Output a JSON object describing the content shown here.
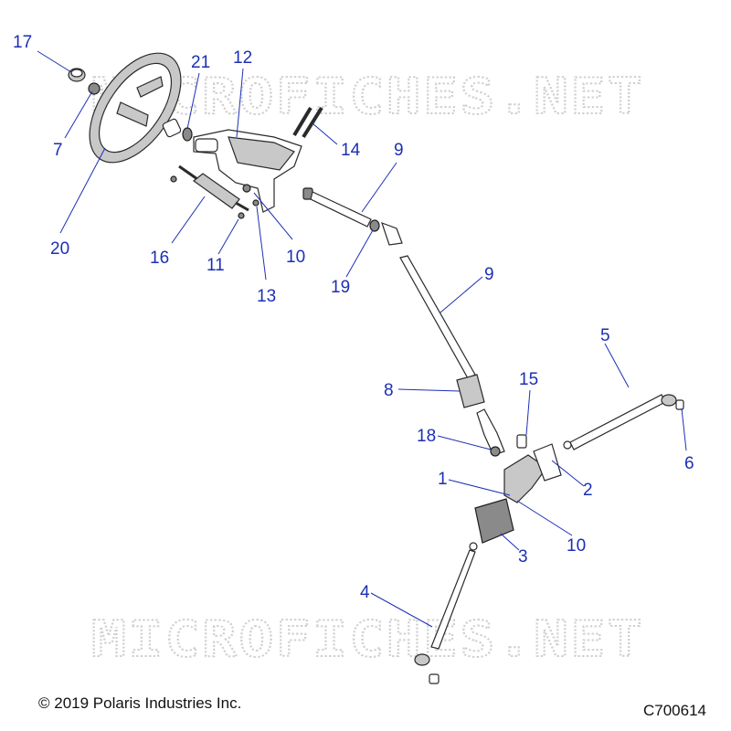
{
  "watermark": "MICROFICHES.NET",
  "copyright": "© 2019 Polaris Industries Inc.",
  "figure_id": "C700614",
  "callouts": {
    "c1": "1",
    "c2": "2",
    "c3": "3",
    "c4": "4",
    "c5": "5",
    "c6": "6",
    "c7": "7",
    "c8": "8",
    "c9a": "9",
    "c9b": "9",
    "c10a": "10",
    "c10b": "10",
    "c11": "11",
    "c12": "12",
    "c13": "13",
    "c14": "14",
    "c15": "15",
    "c16": "16",
    "c17": "17",
    "c18": "18",
    "c19": "19",
    "c20": "20",
    "c21": "21"
  },
  "colors": {
    "callout": "#1c2fb5",
    "line_art": "#2a2a2a",
    "watermark": "#d0d0d0"
  }
}
